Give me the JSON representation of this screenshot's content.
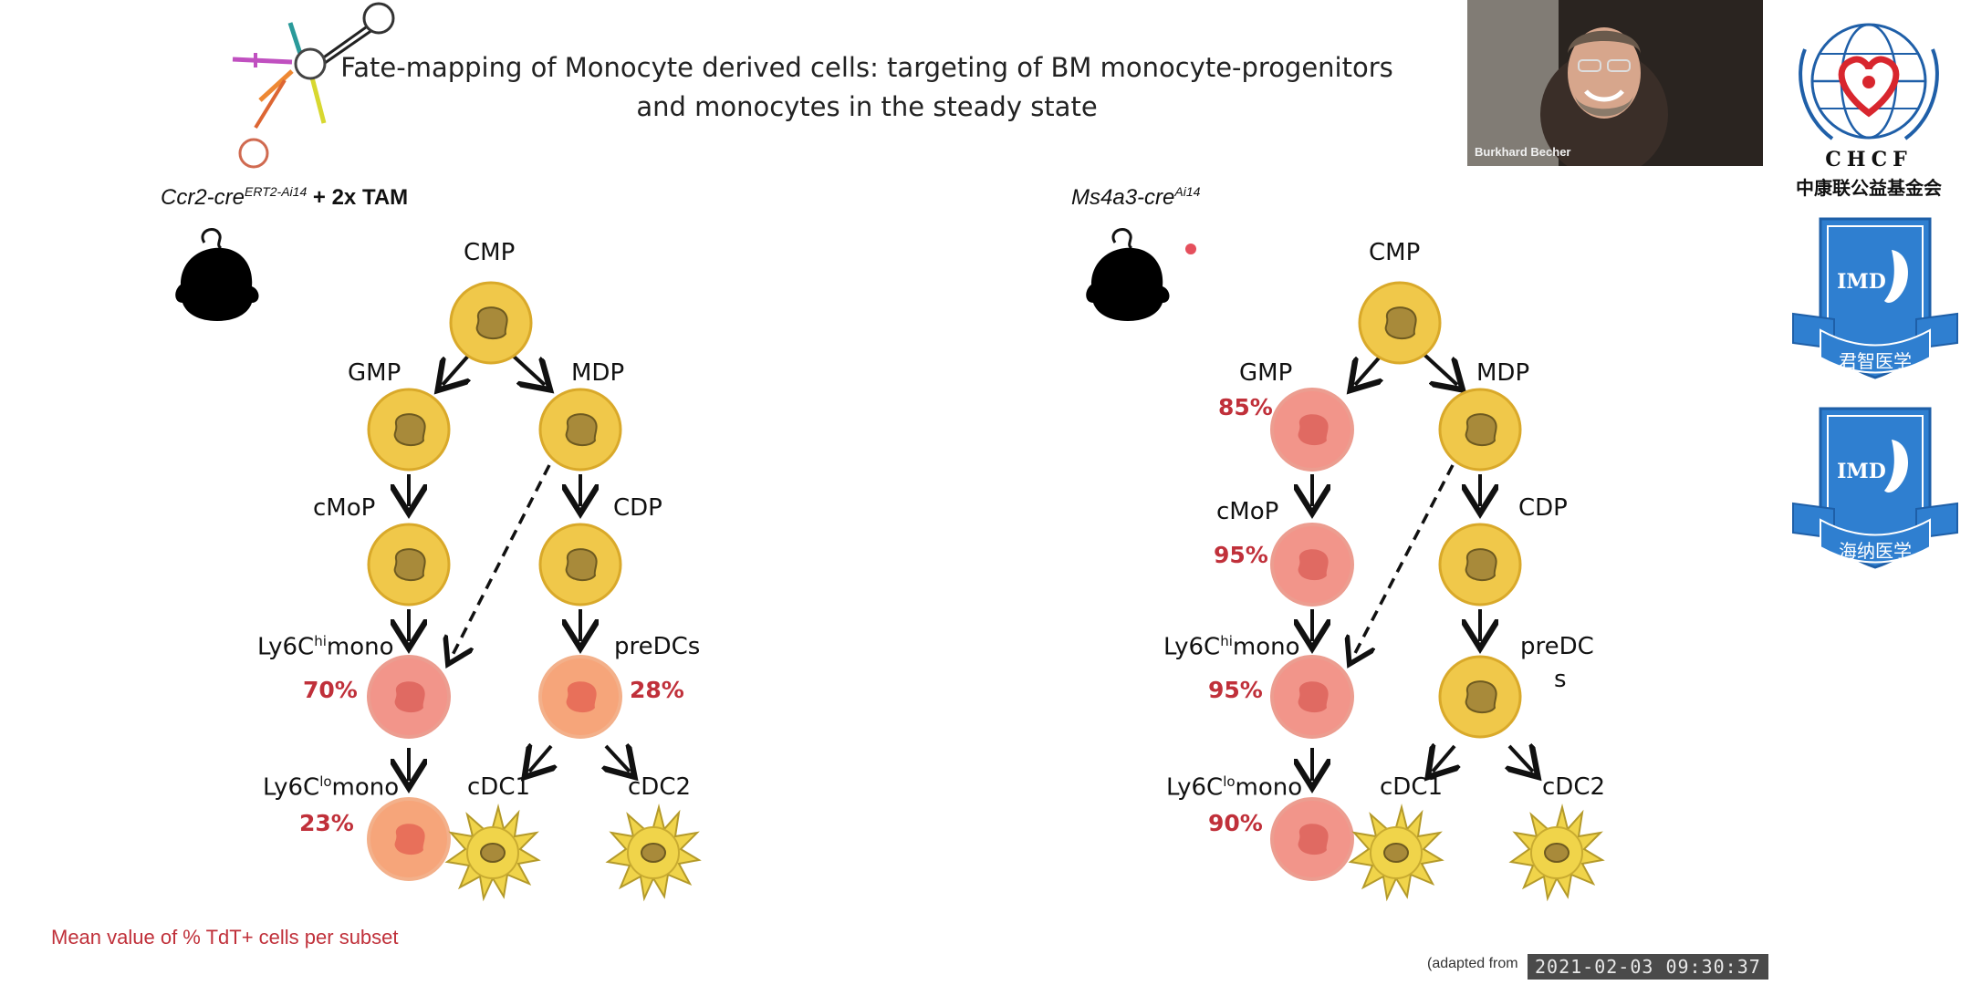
{
  "slide": {
    "title_line1": "Fate-mapping of Monocyte derived cells: targeting  of BM monocyte-progenitors",
    "title_line2": "and monocytes in the steady state",
    "note": "Mean value of % TdT+ cells per subset",
    "adapted": "(adapted from",
    "timestamp": "2021-02-03  09:30:37"
  },
  "left_panel": {
    "mouse_gene": "Ccr2-cre",
    "mouse_sup": "ERT2-Ai14",
    "mouse_suffix": " + 2x TAM",
    "labels": {
      "cmp": "CMP",
      "gmp": "GMP",
      "mdp": "MDP",
      "cmop": "cMoP",
      "cdp": "CDP",
      "ly6c_hi_pre": "Ly6C",
      "ly6c_hi_sup": "hi",
      "ly6c_hi_post": "mono",
      "predcs": "preDCs",
      "ly6c_lo_pre": "Ly6C",
      "ly6c_lo_sup": "lo",
      "ly6c_lo_post": "mono",
      "cdc1": "cDC1",
      "cdc2": "cDC2"
    },
    "percents": {
      "ly6c_hi": "70%",
      "predcs": "28%",
      "ly6c_lo": "23%"
    }
  },
  "right_panel": {
    "mouse_gene": "Ms4a3-cre",
    "mouse_sup": "Ai14",
    "labels": {
      "cmp": "CMP",
      "gmp": "GMP",
      "mdp": "MDP",
      "cmop": "cMoP",
      "cdp": "CDP",
      "ly6c_hi_pre": "Ly6C",
      "ly6c_hi_sup": "hi",
      "ly6c_hi_post": "mono",
      "predc_line1": "preDC",
      "predc_line2": "s",
      "ly6c_lo_pre": "Ly6C",
      "ly6c_lo_sup": "lo",
      "ly6c_lo_post": "mono",
      "cdc1": "cDC1",
      "cdc2": "cDC2"
    },
    "percents": {
      "gmp": "85%",
      "cmop": "95%",
      "ly6c_hi": "95%",
      "ly6c_lo": "90%"
    }
  },
  "webcam": {
    "name": "Burkhard Becher"
  },
  "sponsors": {
    "chcf_abbr": "CHCF",
    "chcf_cn": "中康联公益基金会",
    "badge1_abbr": "IMD",
    "badge1_cn": "君智医学",
    "badge2_abbr": "IMD",
    "badge2_cn": "海纳医学"
  },
  "colors": {
    "yellow_cell": "#f0c84a",
    "yellow_edge": "#d9a92a",
    "nucleus": "#a88a3a",
    "red_cell": "#f2958a",
    "red_edge": "#e87d74",
    "orange_cell": "#f6a57a",
    "percent_red": "#c0303a",
    "badge_blue": "#2f7fd0"
  }
}
